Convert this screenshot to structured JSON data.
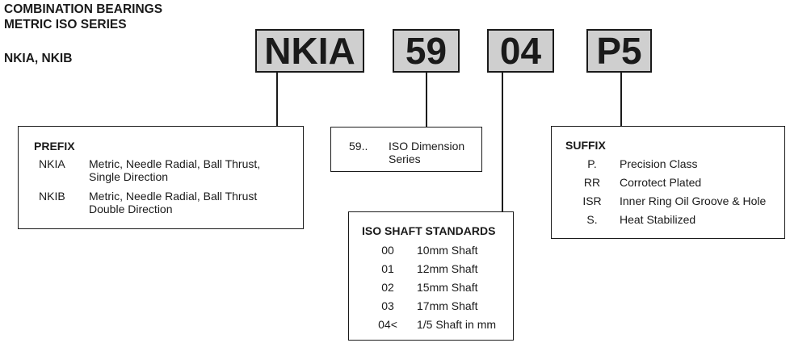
{
  "header": {
    "line1": "COMBINATION BEARINGS",
    "line2": "METRIC ISO SERIES",
    "line3": "NKIA, NKIB"
  },
  "codes": {
    "prefix": "NKIA",
    "series": "59",
    "shaft": "04",
    "suffix": "P5"
  },
  "prefix_panel": {
    "title": "PREFIX",
    "rows": [
      {
        "code": "NKIA",
        "desc1": "Metric, Needle Radial, Ball Thrust,",
        "desc2": "Single Direction"
      },
      {
        "code": "NKIB",
        "desc1": "Metric, Needle Radial, Ball Thrust",
        "desc2": "Double Direction"
      }
    ]
  },
  "series_panel": {
    "code": "59..",
    "desc1": "ISO Dimension",
    "desc2": "Series"
  },
  "shaft_panel": {
    "title": "ISO SHAFT STANDARDS",
    "rows": [
      {
        "code": "00",
        "desc": "10mm Shaft"
      },
      {
        "code": "01",
        "desc": "12mm Shaft"
      },
      {
        "code": "02",
        "desc": "15mm Shaft"
      },
      {
        "code": "03",
        "desc": "17mm Shaft"
      },
      {
        "code": "04<",
        "desc": "1/5 Shaft in mm"
      }
    ]
  },
  "suffix_panel": {
    "title": "SUFFIX",
    "rows": [
      {
        "code": "P.",
        "desc": "Precision Class"
      },
      {
        "code": "RR",
        "desc": "Corrotect Plated"
      },
      {
        "code": "ISR",
        "desc": "Inner Ring Oil Groove & Hole"
      },
      {
        "code": "S.",
        "desc": "Heat Stabilized"
      }
    ]
  }
}
